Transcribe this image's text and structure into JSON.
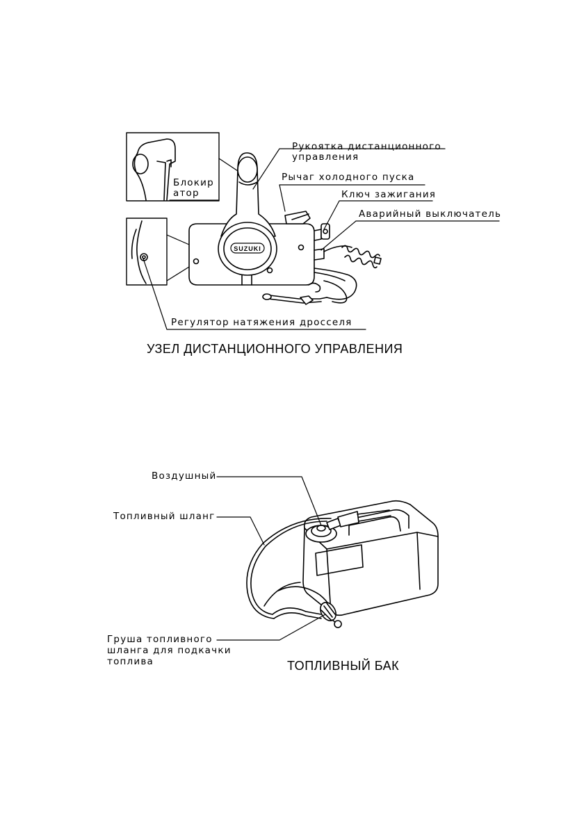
{
  "remote_control": {
    "labels": {
      "handle_line1": "Рукоятка дистанционного",
      "handle_line2": "управления",
      "cold_start_lever": "Рычаг холодного пуска",
      "ignition_key": "Ключ зажигания",
      "emergency_switch": "Аварийный выключатель",
      "lock_line1": "Блокир",
      "lock_line2": "атор",
      "throttle_regulator": "Регулятор натяжения дросселя"
    },
    "logo": "SUZUKI",
    "caption": "УЗЕЛ ДИСТАНЦИОННОГО УПРАВЛЕНИЯ"
  },
  "fuel_tank": {
    "labels": {
      "air_vent": "Воздушный",
      "fuel_hose": "Топливный шланг",
      "bulb_line1": "Груша топливного",
      "bulb_line2": "шланга для подкачки",
      "bulb_line3": "топлива"
    },
    "caption": "ТОПЛИВНЫЙ БАК"
  }
}
